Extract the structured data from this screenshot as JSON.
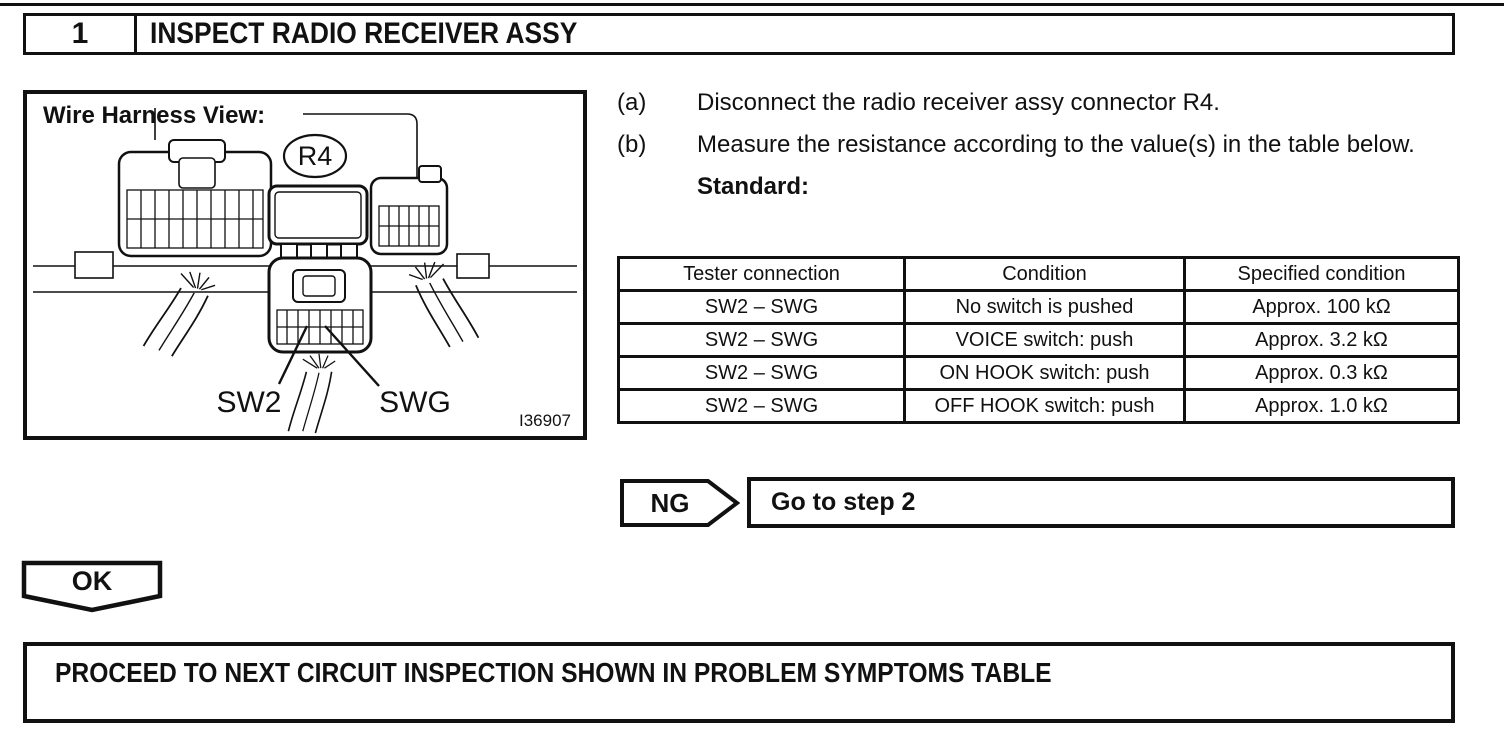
{
  "colors": {
    "ink": "#111111",
    "paper": "#ffffff"
  },
  "step": {
    "number": "1",
    "title": "INSPECT RADIO RECEIVER ASSY"
  },
  "figure": {
    "title": "Wire Harness View:",
    "connector_callout": "R4",
    "pin_left": "SW2",
    "pin_right": "SWG",
    "figure_code": "I36907"
  },
  "procedure": {
    "items": [
      {
        "marker": "(a)",
        "text": "Disconnect the radio receiver assy connector R4."
      },
      {
        "marker": "(b)",
        "text": "Measure the resistance according to the value(s) in the table below."
      }
    ],
    "standard_label": "Standard:"
  },
  "spec_table": {
    "headers": [
      "Tester connection",
      "Condition",
      "Specified condition"
    ],
    "rows": [
      [
        "SW2 – SWG",
        "No switch is pushed",
        "Approx. 100 kΩ"
      ],
      [
        "SW2 – SWG",
        "VOICE switch: push",
        "Approx. 3.2 kΩ"
      ],
      [
        "SW2 – SWG",
        "ON HOOK switch: push",
        "Approx. 0.3 kΩ"
      ],
      [
        "SW2 – SWG",
        "OFF HOOK switch: push",
        "Approx. 1.0 kΩ"
      ]
    ]
  },
  "flow": {
    "ng_label": "NG",
    "ng_action": "Go to step 2",
    "ok_label": "OK",
    "ok_action": "PROCEED TO NEXT CIRCUIT INSPECTION SHOWN IN PROBLEM SYMPTOMS TABLE"
  }
}
